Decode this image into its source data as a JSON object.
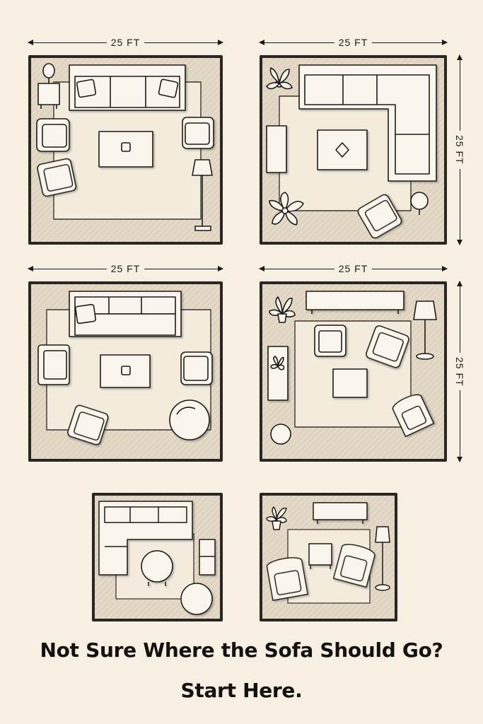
{
  "dimensions": {
    "plan1_width": "25 FT",
    "plan2_width": "25 FT",
    "plan2_height": "25 FT",
    "plan3_width": "25 FT",
    "plan4_width": "25 FT",
    "plan4_height": "25 FT"
  },
  "headline": {
    "line1": "Not Sure Where the Sofa Should Go?",
    "line2": "Start Here."
  },
  "colors": {
    "background": "#f7efe1",
    "wall": "#2a2622",
    "floor": "#e6dccb",
    "rug": "#f3ebdc",
    "furniture": "#faf5ec",
    "ink": "#1d1b18"
  }
}
